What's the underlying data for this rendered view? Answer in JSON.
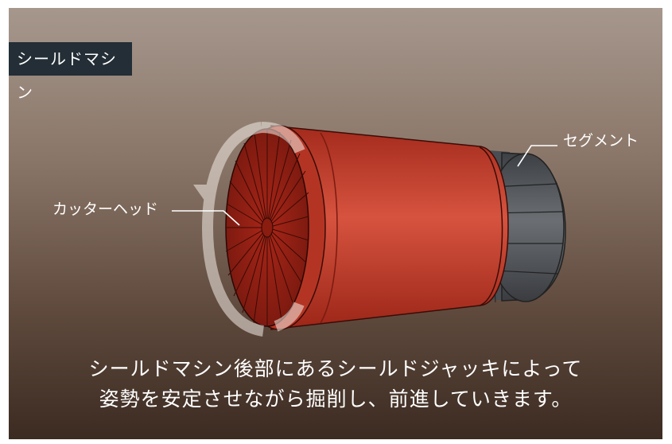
{
  "title": "シールドマシン",
  "labels": {
    "segment": "セグメント",
    "cutter_head": "カッターヘッド"
  },
  "caption": {
    "line1": "シールドマシン後部にあるシールドジャッキによって",
    "line2": "姿勢を安定させながら掘削し、前進していきます。"
  },
  "colors": {
    "shield_body": "#c0392b",
    "segment": "#55585c",
    "title_bg": "#232e36"
  }
}
